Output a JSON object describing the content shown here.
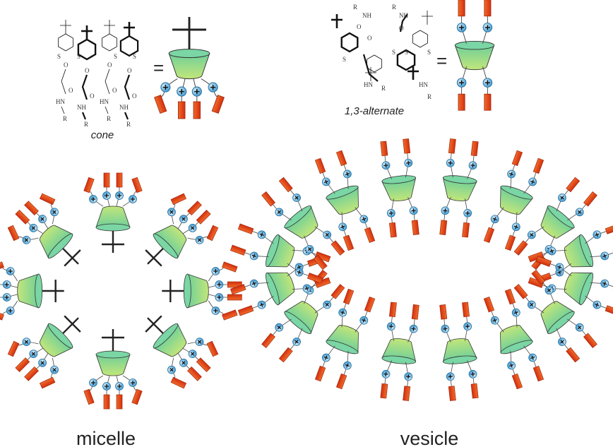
{
  "labels": {
    "cone": "cone",
    "alternate": "1,3-alternate",
    "micelle": "micelle",
    "vesicle": "vesicle",
    "equals": "="
  },
  "chem_atoms": {
    "sulfur": "S",
    "oxygen": "O",
    "amide_nh": "NH",
    "amide_hn": "HN",
    "r_group": "R"
  },
  "colors": {
    "cone_top": "#6fcf9a",
    "cone_bottom": "#b9e37a",
    "bead": "#4aa8dc",
    "tail": "#e8431c",
    "tail_edge": "#b02a10"
  },
  "assemblies": {
    "micelle_units": 8,
    "vesicle_units": 16
  }
}
